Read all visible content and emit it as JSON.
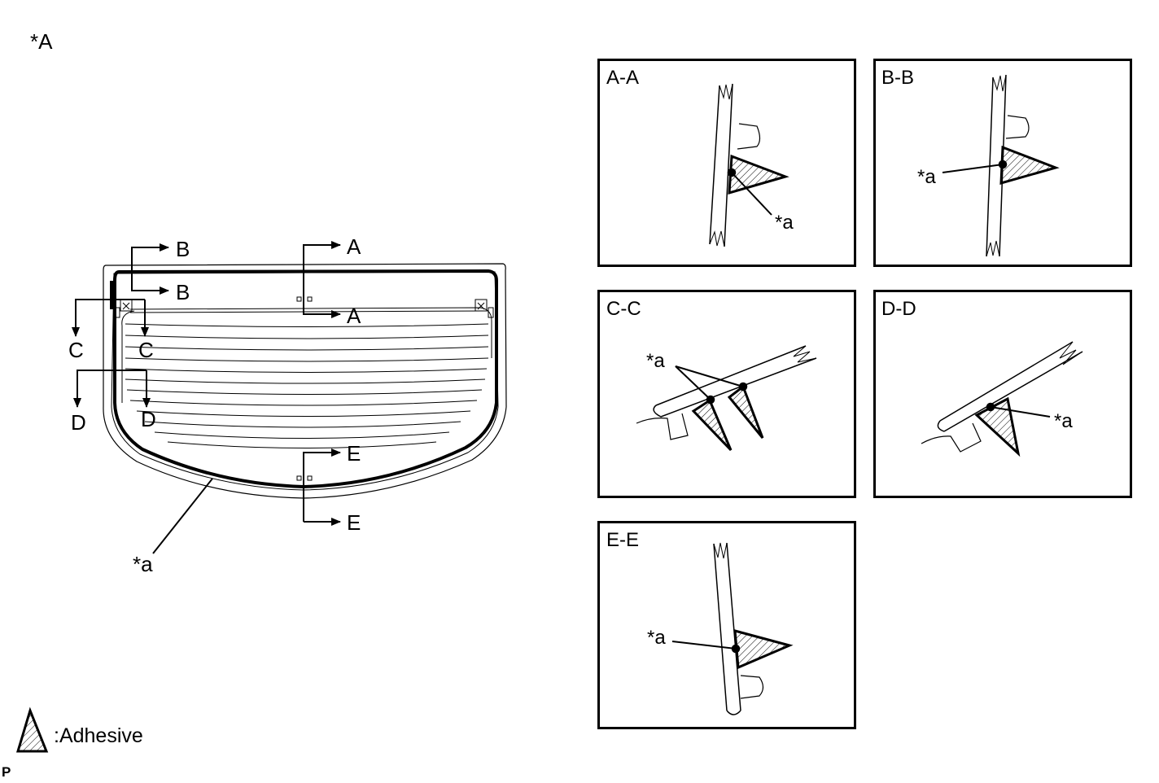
{
  "figure_label": "*A",
  "glass_callout": "*a",
  "section_markers": {
    "b_top": "B",
    "b_bottom": "B",
    "a_top": "A",
    "a_bottom": "A",
    "c_left": "C",
    "c_right": "C",
    "d_left": "D",
    "d_right": "D",
    "e_top": "E",
    "e_bottom": "E"
  },
  "legend": {
    "text": ":Adhesive"
  },
  "footer_code": "P",
  "panels": {
    "aa": {
      "title": "A-A",
      "callout": "*a"
    },
    "bb": {
      "title": "B-B",
      "callout": "*a"
    },
    "cc": {
      "title": "C-C",
      "callout": "*a"
    },
    "dd": {
      "title": "D-D",
      "callout": "*a"
    },
    "ee": {
      "title": "E-E",
      "callout": "*a"
    }
  },
  "colors": {
    "line": "#000000",
    "background": "#ffffff"
  }
}
